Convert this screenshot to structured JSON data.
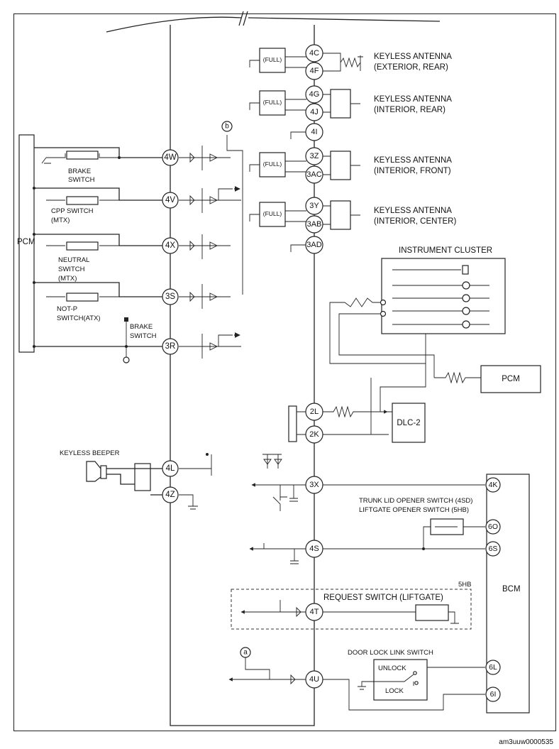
{
  "diagram": {
    "footer_code": "am3uuw0000535",
    "connectors_left": [
      "4W",
      "4V",
      "4X",
      "3S",
      "3R",
      "4L",
      "4Z"
    ],
    "connectors_right": [
      "4C",
      "4F",
      "4G",
      "4J",
      "4I",
      "3Z",
      "3AC",
      "3Y",
      "3AB",
      "3AD",
      "2L",
      "2K",
      "3X",
      "4S",
      "4T",
      "4U"
    ],
    "bcm_pins": [
      "4K",
      "6O",
      "6S",
      "6L",
      "6I"
    ],
    "refs": [
      "b",
      "a"
    ],
    "full_label": "(FULL)",
    "antennas": [
      {
        "line1": "KEYLESS ANTENNA",
        "line2": "(EXTERIOR, REAR)"
      },
      {
        "line1": "KEYLESS ANTENNA",
        "line2": "(INTERIOR, REAR)"
      },
      {
        "line1": "KEYLESS ANTENNA",
        "line2": "(INTERIOR, FRONT)"
      },
      {
        "line1": "KEYLESS ANTENNA",
        "line2": "(INTERIOR, CENTER)"
      }
    ],
    "components": {
      "pcm_left": "PCM",
      "brake_switch": [
        "BRAKE",
        "SWITCH"
      ],
      "cpp_switch": [
        "CPP SWITCH",
        "(MTX)"
      ],
      "neutral_switch": [
        "NEUTRAL",
        "SWITCH",
        "(MTX)"
      ],
      "notp_switch": [
        "NOT-P",
        "SWITCH(ATX)"
      ],
      "brake_switch_2": [
        "BRAKE",
        "SWITCH"
      ],
      "instrument_cluster": "INSTRUMENT CLUSTER",
      "pcm_right": "PCM",
      "dlc2": "DLC-2",
      "keyless_beeper": "KEYLESS BEEPER",
      "trunk_switch": [
        "TRUNK  LID OPENER SWITCH (4SD)",
        "LIFTGATE OPENER SWITCH  (5HB)"
      ],
      "request_switch": "REQUEST SWITCH (LIFTGATE)",
      "variant_5hb": "5HB",
      "bcm": "BCM",
      "door_lock_switch": "DOOR LOCK LINK SWITCH",
      "unlock": "UNLOCK",
      "lock": "LOCK"
    }
  }
}
